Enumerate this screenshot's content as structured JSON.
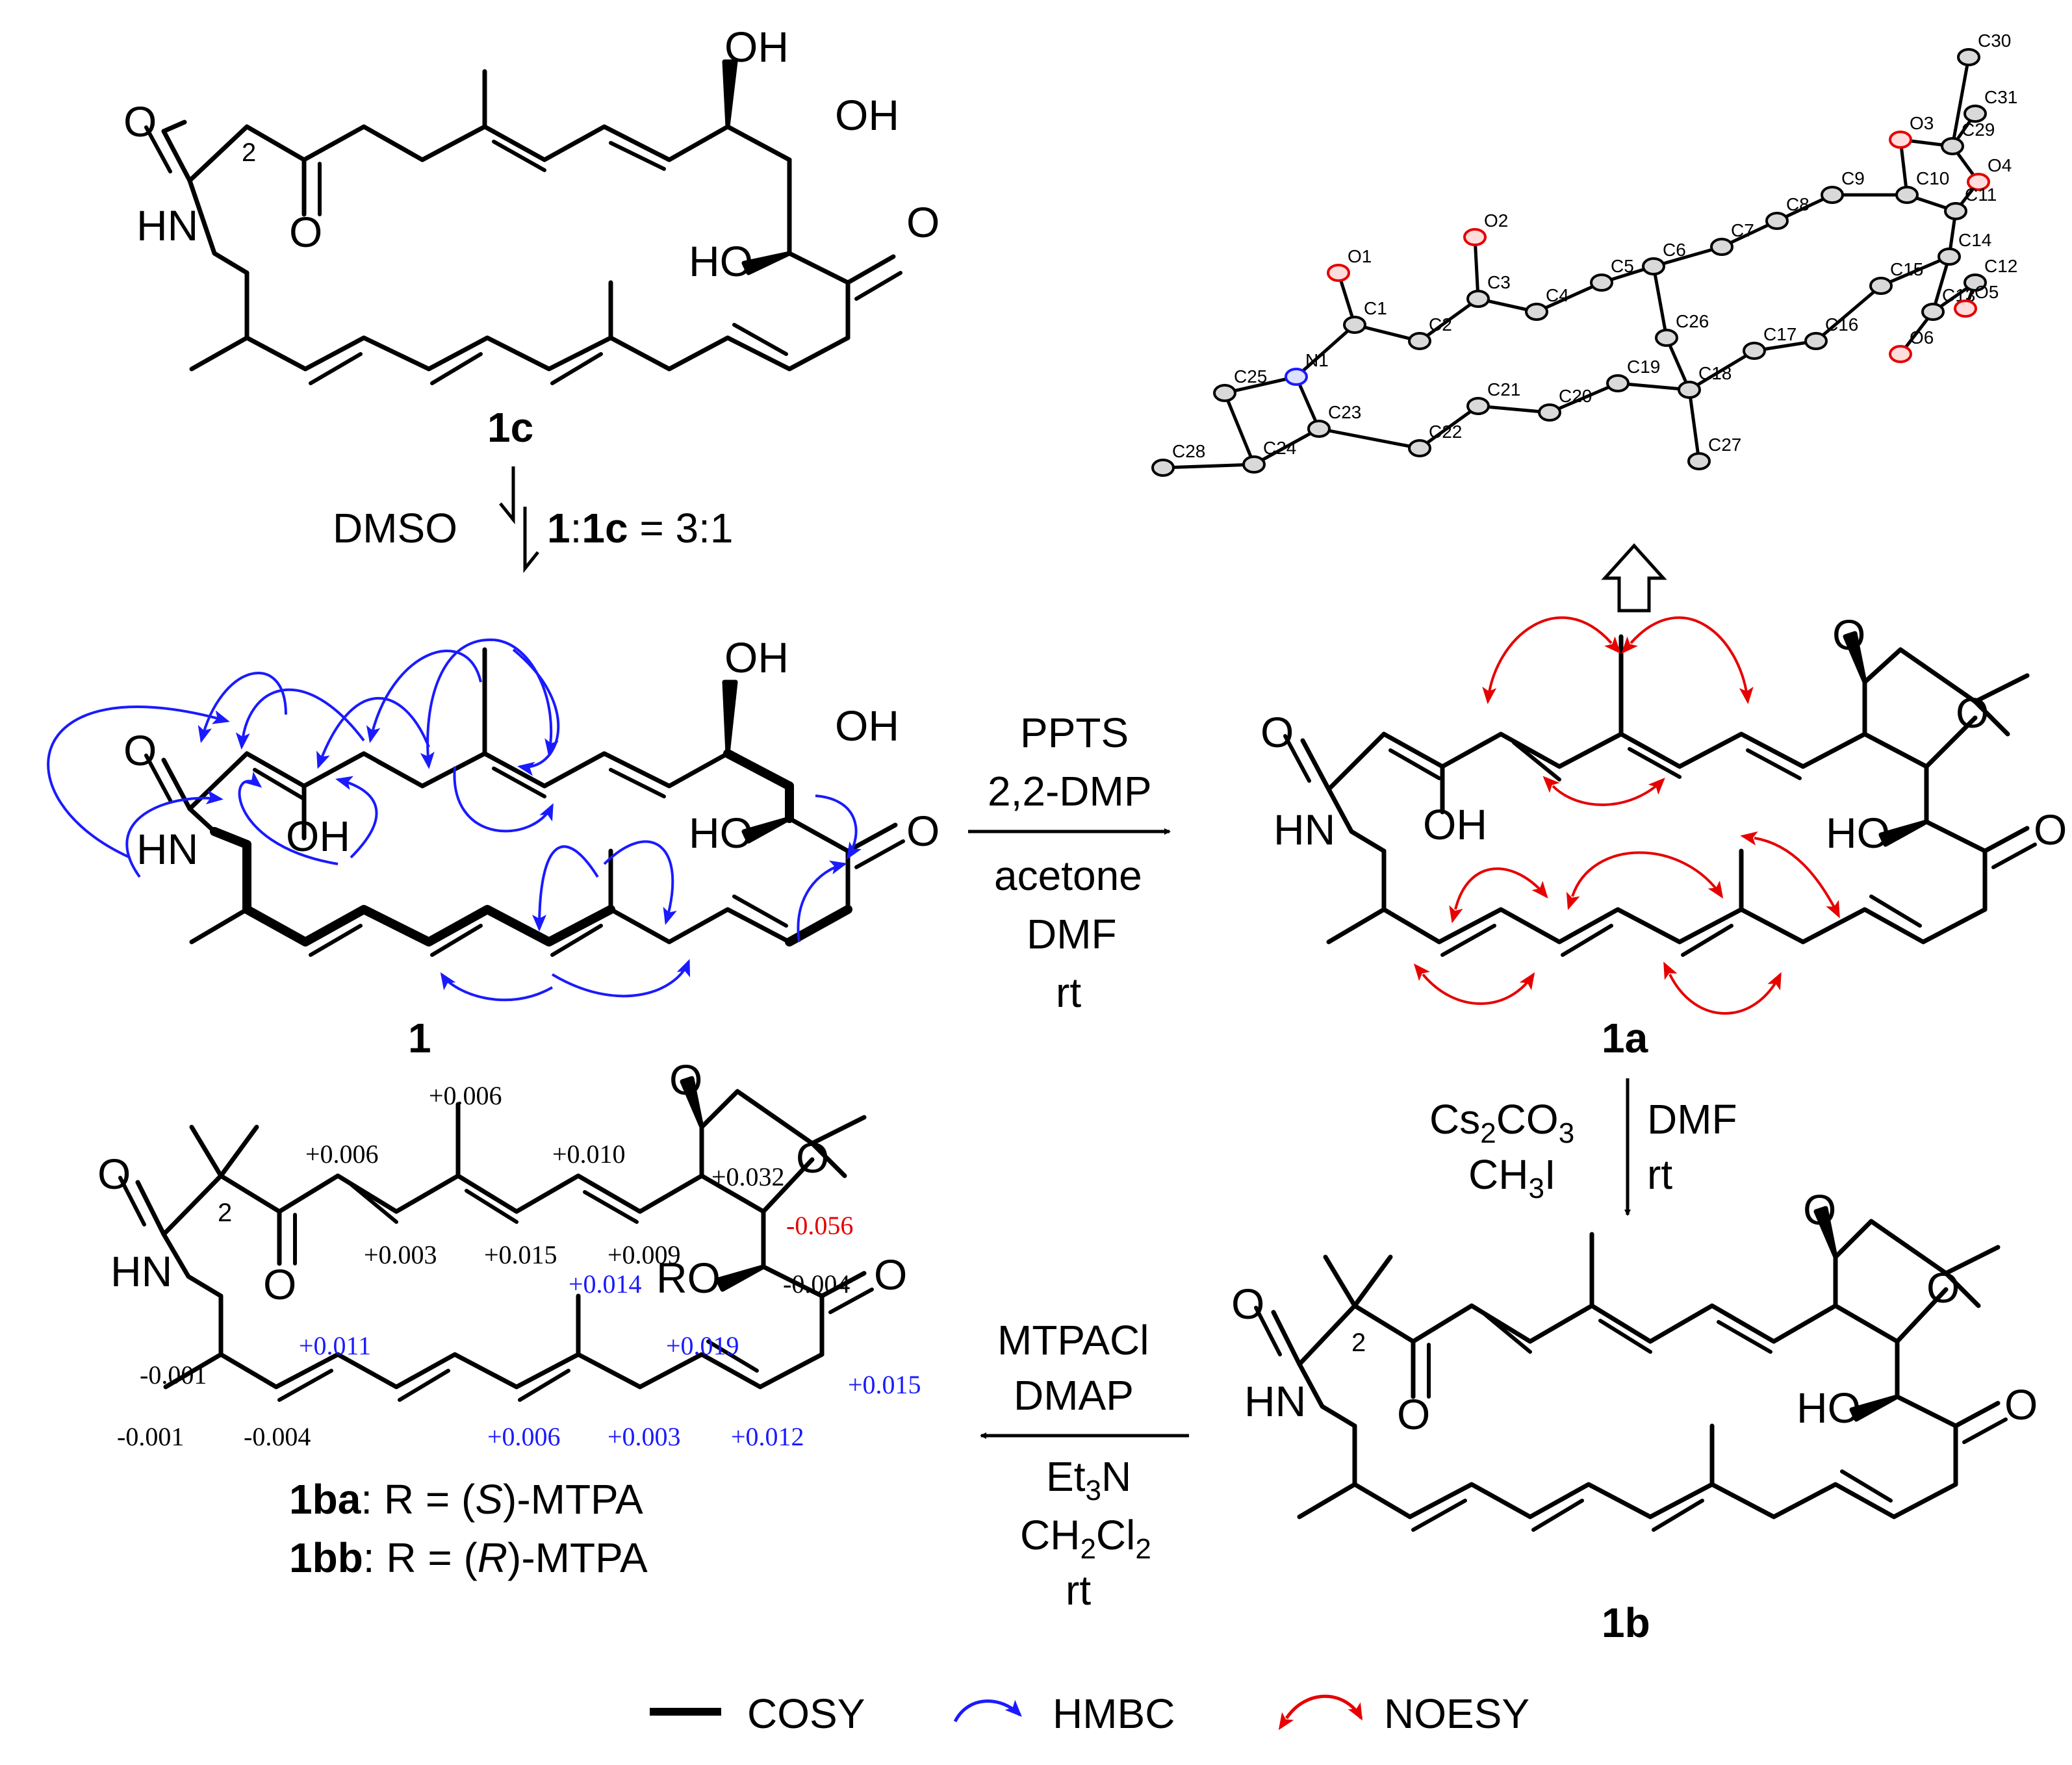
{
  "compounds": {
    "c1c": {
      "label": "1c"
    },
    "c1": {
      "label": "1"
    },
    "c1a": {
      "label": "1a"
    },
    "c1b": {
      "label": "1b"
    },
    "c1ba": {
      "label_bold": "1ba",
      "label_rest": ": R = (",
      "config": "S",
      "label_end": ")-MTPA"
    },
    "c1bb": {
      "label_bold": "1bb",
      "label_rest": ": R = (",
      "config": "R",
      "label_end": ")-MTPA"
    }
  },
  "atoms": {
    "O": "O",
    "OH": "OH",
    "HO": "HO",
    "HN": "HN",
    "RO": "RO",
    "two": "2"
  },
  "equilibrium": {
    "solvent": "DMSO",
    "ratio_a": "1",
    "ratio_sep": ":",
    "ratio_b": "1c",
    "ratio_rest": " = 3:1"
  },
  "reaction_1_to_1a": {
    "above": [
      "PPTS",
      "2,2-DMP"
    ],
    "below": [
      "acetone",
      "DMF",
      "rt"
    ]
  },
  "reaction_1a_to_1b": {
    "reagent_cs": "Cs",
    "reagent_cs_sub": "2",
    "reagent_co": "CO",
    "reagent_co_sub": "3",
    "reagent_ch": "CH",
    "reagent_ch_sub": "3",
    "reagent_i": "I",
    "right": [
      "DMF",
      "rt"
    ]
  },
  "reaction_1b_to_1ba": {
    "above": [
      "MTPACl",
      "DMAP"
    ],
    "below_et": "Et",
    "below_et_sub": "3",
    "below_n": "N",
    "below_ch": "CH",
    "below_ch_sub": "2",
    "below_cl": "Cl",
    "below_cl_sub": "2",
    "below_rt": "rt"
  },
  "delta_values": {
    "black": [
      "+0.006",
      "+0.006",
      "+0.003",
      "+0.010",
      "+0.015",
      "+0.009",
      "+0.032",
      "-0.004",
      "-0.001",
      "-0.001",
      "-0.004"
    ],
    "red": [
      "-0.056"
    ],
    "blue": [
      "+0.014",
      "+0.011",
      "+0.019",
      "+0.015",
      "+0.006",
      "+0.003",
      "+0.012"
    ]
  },
  "crystal_labels": [
    "C30",
    "C31",
    "O3",
    "C29",
    "O4",
    "C10",
    "C11",
    "C9",
    "C8",
    "C7",
    "C6",
    "O2",
    "O1",
    "C14",
    "C15",
    "C12",
    "C3",
    "C4",
    "C5",
    "C2",
    "C16",
    "C13",
    "O5",
    "C1",
    "N1",
    "C26",
    "C17",
    "O6",
    "C25",
    "C22",
    "C20",
    "C18",
    "C19",
    "C21",
    "C23",
    "C27",
    "C28",
    "C24"
  ],
  "legend": {
    "cosy": "COSY",
    "hmbc": "HMBC",
    "noesy": "NOESY"
  },
  "colors": {
    "hmbc": "#1a1aff",
    "noesy": "#e60000",
    "oxygen": "#e60000",
    "nitrogen": "#1a1aff",
    "bond": "#000000"
  }
}
